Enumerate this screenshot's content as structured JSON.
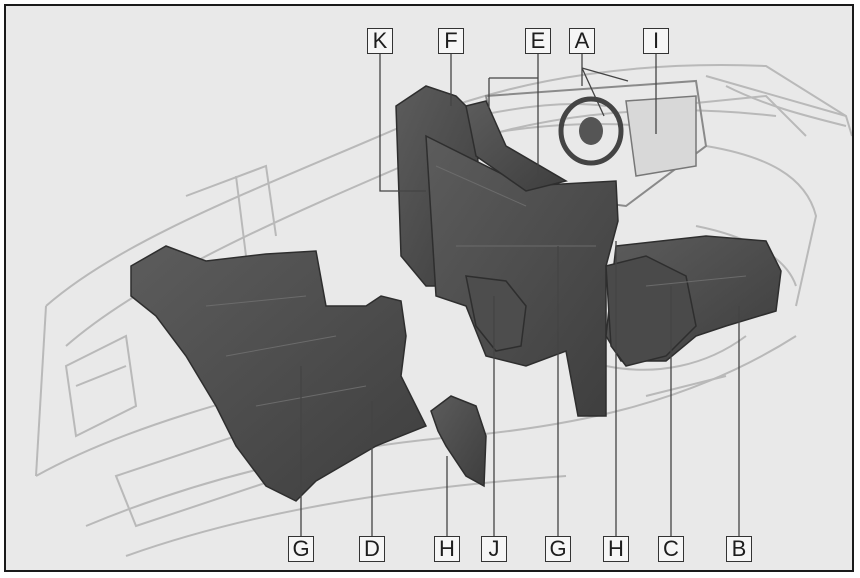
{
  "diagram": {
    "callouts_top": [
      "K",
      "F",
      "E",
      "A",
      "I"
    ],
    "callouts_bottom": [
      "G",
      "D",
      "H",
      "J",
      "G",
      "H",
      "C",
      "B"
    ]
  }
}
